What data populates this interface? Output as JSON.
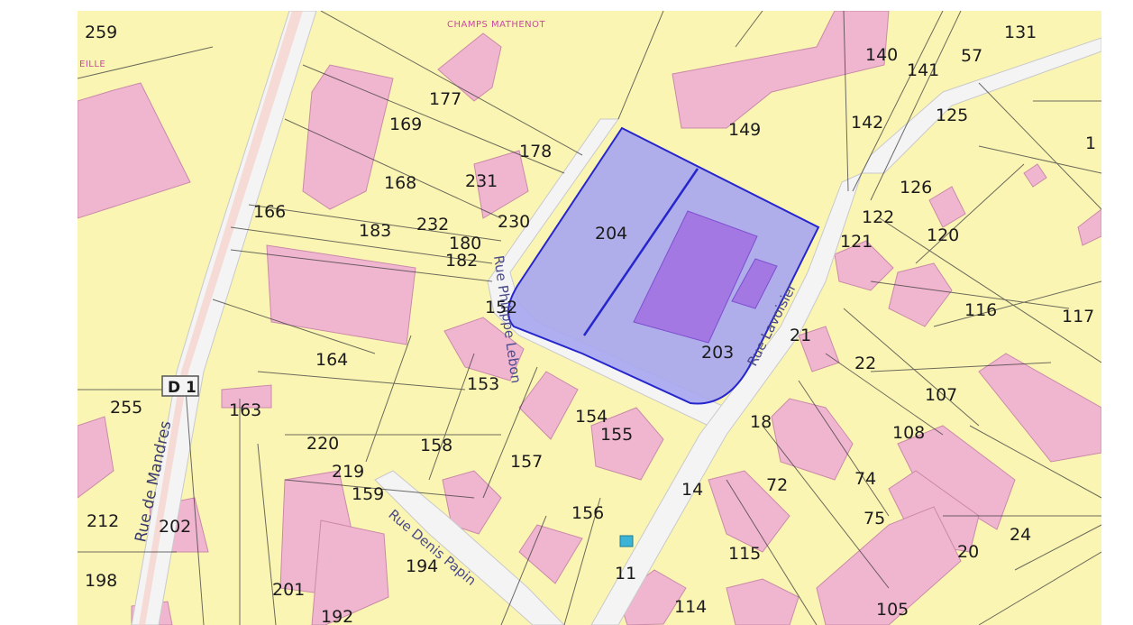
{
  "place_names": [
    "CHAMPS MATHENOT",
    "EILLE"
  ],
  "road_badge": "D 1",
  "streets": [
    {
      "id": "philippe-lebon",
      "name": "Rue Philippe Lebon"
    },
    {
      "id": "lavoisier",
      "name": "Rue Lavoisier"
    },
    {
      "id": "mandres",
      "name": "Rue de Mandres"
    },
    {
      "id": "denis-papin",
      "name": "Rue Denis Papin"
    }
  ],
  "parcels": [
    "259",
    "177",
    "169",
    "178",
    "168",
    "231",
    "166",
    "183",
    "232",
    "230",
    "180",
    "182",
    "204",
    "203",
    "164",
    "152",
    "153",
    "255",
    "163",
    "220",
    "219",
    "159",
    "158",
    "157",
    "154",
    "155",
    "156",
    "212",
    "202",
    "198",
    "201",
    "194",
    "192",
    "11",
    "114",
    "149",
    "140",
    "141",
    "57",
    "131",
    "142",
    "125",
    "126",
    "122",
    "121",
    "120",
    "116",
    "117",
    "21",
    "22",
    "107",
    "108",
    "18",
    "72",
    "74",
    "75",
    "24",
    "20",
    "115",
    "105",
    "14",
    "1"
  ],
  "highlight": {
    "color": "#a6a6ef",
    "stroke": "#2626cc",
    "building": "#a478e3"
  },
  "colors": {
    "background": "#fbf5b4",
    "building": "#f1b6cf",
    "road": "#f4f4f4"
  }
}
